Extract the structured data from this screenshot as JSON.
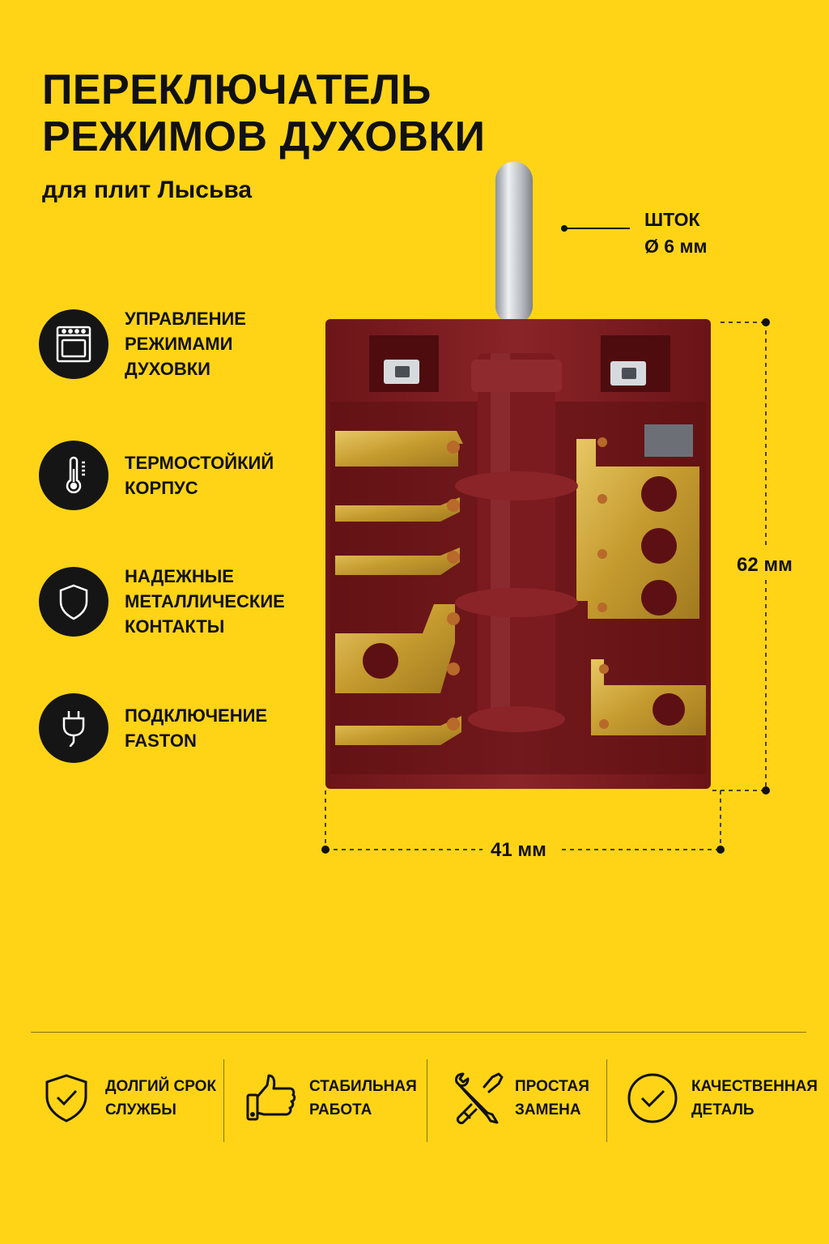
{
  "header": {
    "title_line1": "ПЕРЕКЛЮЧАТЕЛЬ",
    "title_line2": "РЕЖИМОВ ДУХОВКИ",
    "subtitle": "для плит Лысьва"
  },
  "stem": {
    "line1": "ШТОК",
    "line2": "Ø 6 мм"
  },
  "dimensions": {
    "height": "62 мм",
    "width": "41 мм"
  },
  "features": [
    {
      "icon": "oven-icon",
      "lines": [
        "УПРАВЛЕНИЕ",
        "РЕЖИМАМИ",
        "ДУХОВКИ"
      ]
    },
    {
      "icon": "thermometer-icon",
      "lines": [
        "ТЕРМОСТОЙКИЙ",
        "КОРПУС"
      ]
    },
    {
      "icon": "shield-icon",
      "lines": [
        "НАДЕЖНЫЕ",
        "МЕТАЛЛИЧЕСКИЕ",
        "КОНТАКТЫ"
      ]
    },
    {
      "icon": "plug-icon",
      "lines": [
        "ПОДКЛЮЧЕНИЕ",
        "FASTON"
      ]
    }
  ],
  "benefits": [
    {
      "icon": "shield-check-icon",
      "lines": [
        "ДОЛГИЙ СРОК",
        "СЛУЖБЫ"
      ]
    },
    {
      "icon": "thumbs-up-icon",
      "lines": [
        "СТАБИЛЬНАЯ",
        "РАБОТА"
      ]
    },
    {
      "icon": "tools-icon",
      "lines": [
        "ПРОСТАЯ",
        "ЗАМЕНА"
      ]
    },
    {
      "icon": "check-circle-icon",
      "lines": [
        "КАЧЕСТВЕННАЯ",
        "ДЕТАЛЬ"
      ]
    }
  ],
  "colors": {
    "background": "#FFD417",
    "text": "#111111",
    "housing": "#7A1A1E",
    "brass": "#C9A43A"
  }
}
